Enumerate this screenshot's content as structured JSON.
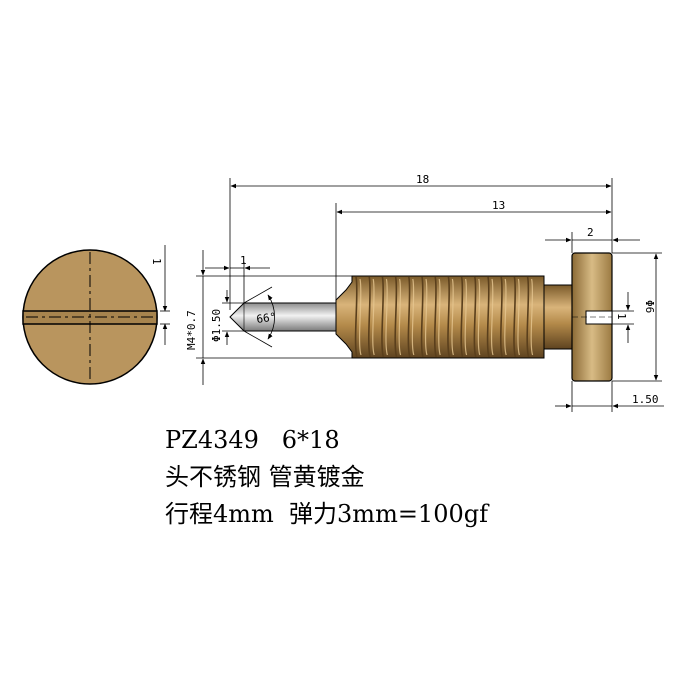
{
  "dimensions": {
    "overall_length": "18",
    "shaft_length": "13",
    "head_thickness": "2",
    "tip_length": "1",
    "slot_width_side": "1",
    "slot_depth_side": "1",
    "head_diameter": "Φ6",
    "flange_offset": "1.50",
    "tip_diameter": "Φ1.50",
    "thread_spec": "M4*0.7",
    "tip_angle": "66°"
  },
  "spec": {
    "line1": "PZ4349   6*18",
    "line2": "头不锈钢 管黄镀金",
    "line3": "行程4mm  弹力3mm=100gf"
  },
  "colors": {
    "brass": "#b9955e",
    "brass_dark": "#8a6a35",
    "steel": "#c8c8c8"
  }
}
